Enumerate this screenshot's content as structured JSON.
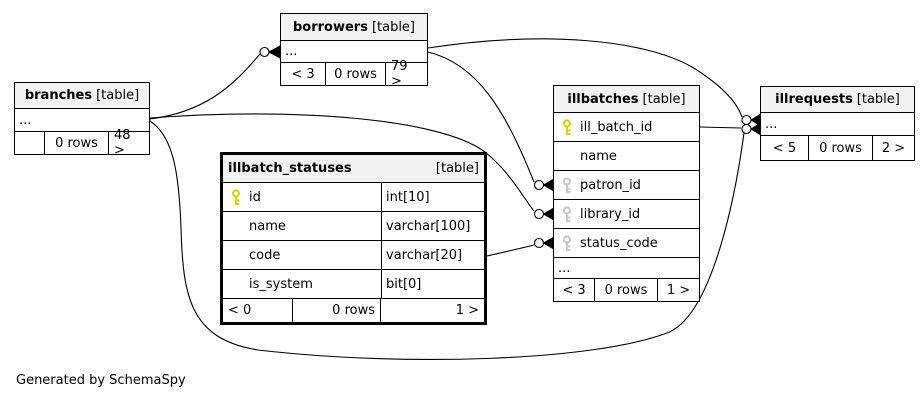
{
  "footer_note": "Generated by SchemaSpy",
  "colors": {
    "header_bg": "#f2f2f2",
    "primary_key": "#d6d600",
    "foreign_key": "#c8c8c8",
    "border": "#000000",
    "background": "#ffffff"
  },
  "tables": {
    "borrowers": {
      "name": "borrowers",
      "tag": "[table]",
      "ellipsis": "...",
      "footer": {
        "prev": "< 3",
        "rows": "0 rows",
        "next": "79 >"
      }
    },
    "branches": {
      "name": "branches",
      "tag": "[table]",
      "ellipsis": "...",
      "footer": {
        "prev": "",
        "rows": "0 rows",
        "next": "48 >"
      }
    },
    "illbatch_statuses": {
      "name": "illbatch_statuses",
      "tag": "[table]",
      "columns": [
        {
          "name": "id",
          "type": "int[10]",
          "key": "primary"
        },
        {
          "name": "name",
          "type": "varchar[100]",
          "key": ""
        },
        {
          "name": "code",
          "type": "varchar[20]",
          "key": ""
        },
        {
          "name": "is_system",
          "type": "bit[0]",
          "key": ""
        }
      ],
      "footer": {
        "prev": "< 0",
        "rows": "0 rows",
        "next": "1 >"
      }
    },
    "illbatches": {
      "name": "illbatches",
      "tag": "[table]",
      "columns": [
        {
          "name": "ill_batch_id",
          "key": "primary"
        },
        {
          "name": "name",
          "key": ""
        },
        {
          "name": "patron_id",
          "key": "foreign"
        },
        {
          "name": "library_id",
          "key": "foreign"
        },
        {
          "name": "status_code",
          "key": "foreign"
        }
      ],
      "ellipsis": "...",
      "footer": {
        "prev": "< 3",
        "rows": "0 rows",
        "next": "1 >"
      }
    },
    "illrequests": {
      "name": "illrequests",
      "tag": "[table]",
      "ellipsis": "...",
      "footer": {
        "prev": "< 5",
        "rows": "0 rows",
        "next": "2 >"
      }
    }
  },
  "relationships": [
    "branches -> borrowers",
    "borrowers -> illbatches.patron_id",
    "branches -> illbatches.library_id",
    "illbatch_statuses.code -> illbatches.status_code",
    "illbatches.ill_batch_id -> illrequests",
    "borrowers -> illrequests",
    "branches -> illrequests"
  ]
}
